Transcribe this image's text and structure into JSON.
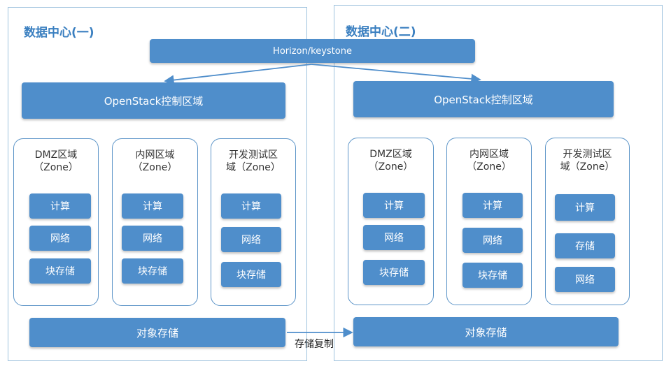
{
  "top_bar": {
    "label": "Horizon/keystone"
  },
  "storage_link": {
    "label": "存储复制"
  },
  "datacenters": [
    {
      "title": "数据中心(一)",
      "control": "OpenStack控制区域",
      "object_storage": "对象存储",
      "zones": [
        {
          "label": "DMZ区域\n（Zone）",
          "items": [
            "计算",
            "网络",
            "块存储"
          ]
        },
        {
          "label": "内网区域\n（Zone）",
          "items": [
            "计算",
            "网络",
            "块存储"
          ]
        },
        {
          "label": "开发测试区\n域（Zone）",
          "items": [
            "计算",
            "网络",
            "块存储"
          ]
        }
      ]
    },
    {
      "title": "数据中心(二)",
      "control": "OpenStack控制区域",
      "object_storage": "对象存储",
      "zones": [
        {
          "label": "DMZ区域\n（Zone）",
          "items": [
            "计算",
            "网络",
            "块存储"
          ]
        },
        {
          "label": "内网区域\n（Zone）",
          "items": [
            "计算",
            "网络",
            "块存储"
          ]
        },
        {
          "label": "开发测试区\n域（Zone）",
          "items": [
            "计算",
            "存储",
            "网络"
          ]
        }
      ]
    }
  ],
  "colors": {
    "box_fill": "#4f8ecb",
    "border": "#9fc3de",
    "title": "#3a7fc0"
  }
}
